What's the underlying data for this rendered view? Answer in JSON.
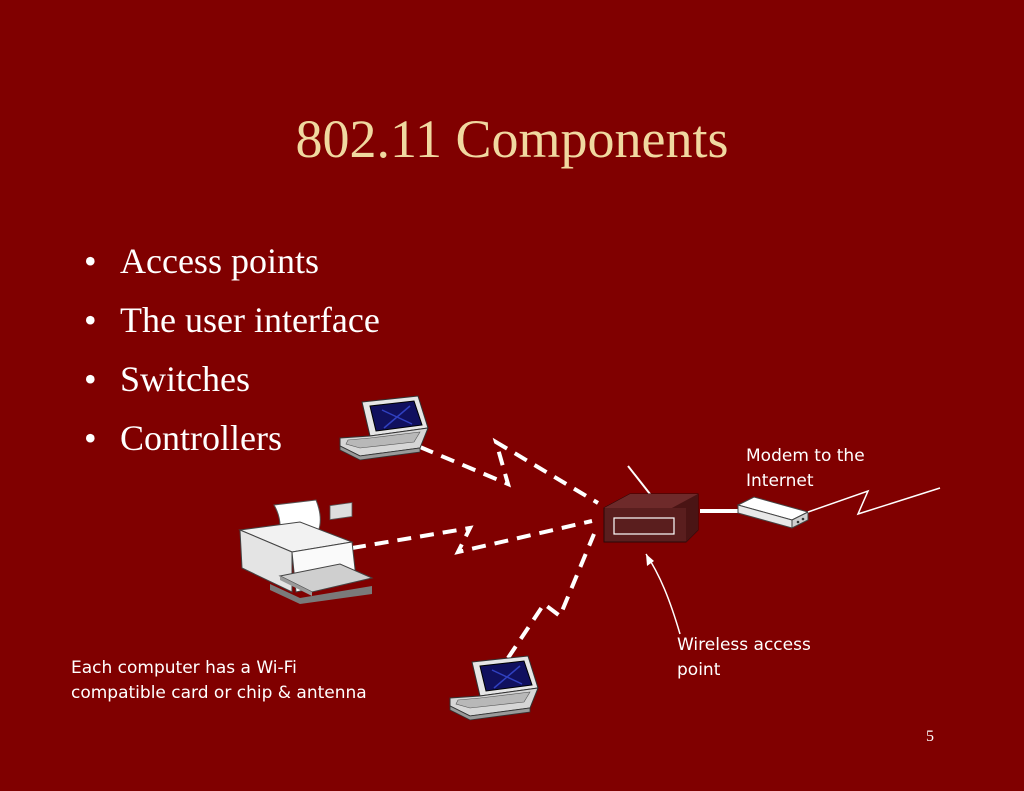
{
  "slide": {
    "title": "802.11 Components",
    "bullets": [
      "Access points",
      "The user interface",
      "Switches",
      "Controllers"
    ],
    "bullet_glyph": "•",
    "page_number": "5"
  },
  "diagram": {
    "labels": {
      "modem": "Modem to the\nInternet",
      "access_point": "Wireless access\npoint",
      "computers": "Each computer has a Wi-Fi\ncompatible card or chip & antenna"
    },
    "nodes": [
      "laptop-top",
      "printer",
      "laptop-bottom",
      "wireless-access-point",
      "modem"
    ]
  },
  "colors": {
    "background": "#800000",
    "title": "#F0D8A0",
    "text": "#FFFFFF",
    "access_point_body": "#5A1E1E"
  }
}
